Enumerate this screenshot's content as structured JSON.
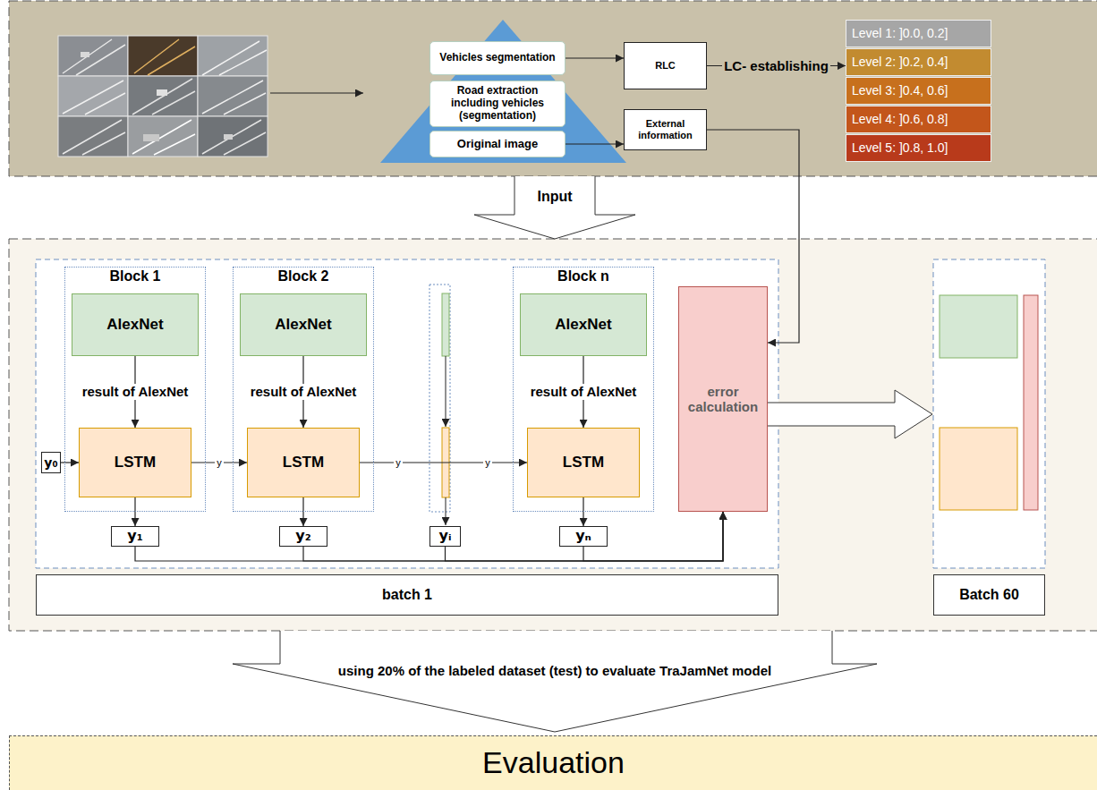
{
  "diagram": {
    "nodes": [
      {
        "text": [
          "Vehicles segmentation"
        ]
      },
      {
        "text": [
          "Road extraction including vehicles (segmentation)"
        ]
      },
      {
        "text": [
          "Original image"
        ]
      },
      {
        "text": [
          "RLC"
        ]
      },
      {
        "text": [
          "External information"
        ]
      },
      {
        "text": [
          "Level 1: ]0.0, 0.2]"
        ]
      },
      {
        "text": [
          "Level 2: ]0.2, 0.4]"
        ]
      },
      {
        "text": [
          "Level 3: ]0.4, 0.6]"
        ]
      },
      {
        "text": [
          "Level 4: ]0.6, 0.8]"
        ]
      },
      {
        "text": [
          "Level 5: ]0.8, 1.0]"
        ]
      },
      {
        "text": [
          "Block 1"
        ]
      },
      {
        "text": [
          "AlexNet"
        ],
        "in": 10
      },
      {
        "text": [
          "LSTM"
        ],
        "in": 10
      },
      {
        "text": [
          "Block 2"
        ]
      },
      {
        "text": [
          "AlexNet"
        ],
        "in": 13
      },
      {
        "text": [
          "LSTM"
        ],
        "in": 13
      },
      {
        "text": [
          "Block n"
        ]
      },
      {
        "text": [
          "AlexNet"
        ],
        "in": 16
      },
      {
        "text": [
          "LSTM"
        ],
        "in": 16
      },
      {
        "text": [
          "error calculation"
        ]
      },
      {
        "text": [
          "y₀"
        ]
      },
      {
        "text": [
          "y₁"
        ]
      },
      {
        "text": [
          "y₂"
        ]
      },
      {
        "text": [
          "yᵢ"
        ]
      },
      {
        "text": [
          "yₙ"
        ]
      },
      {
        "text": [
          "batch 1"
        ]
      },
      {
        "text": [
          "Batch 60"
        ]
      },
      {
        "text": [
          "Evaluation"
        ]
      }
    ],
    "edges": [
      {
        "from": 0,
        "to": 3,
        "arrow": "to"
      },
      {
        "from": 2,
        "to": 4,
        "arrow": "to"
      },
      {
        "from": 3,
        "to": 6,
        "label": "LC- establishing",
        "arrow": "to"
      },
      {
        "from": 4,
        "to": 19,
        "arrow": "to"
      },
      {
        "from": 11,
        "to": 12,
        "label": "result of AlexNet",
        "arrow": "to"
      },
      {
        "from": 14,
        "to": 15,
        "label": "result of AlexNet",
        "arrow": "to"
      },
      {
        "from": 17,
        "to": 18,
        "label": "result of AlexNet",
        "arrow": "to"
      },
      {
        "from": 20,
        "to": 12,
        "arrow": "to"
      },
      {
        "from": 12,
        "to": 15,
        "label": "y",
        "arrow": "to"
      },
      {
        "from": 15,
        "to": 18,
        "label": "y",
        "arrow": "to"
      },
      {
        "from": 12,
        "to": 21,
        "arrow": "to"
      },
      {
        "from": 15,
        "to": 22,
        "arrow": "to"
      },
      {
        "from": 18,
        "to": 24,
        "arrow": "to"
      },
      {
        "from": 21,
        "to": 19,
        "arrow": "to"
      },
      {
        "from": 22,
        "to": 19,
        "arrow": "to"
      },
      {
        "from": 23,
        "to": 19,
        "arrow": "to"
      },
      {
        "from": 24,
        "to": 19,
        "arrow": "to"
      }
    ],
    "labels": [
      "Input",
      "y",
      "using 20% of the labeled dataset (test) to evaluate TraJamNet model"
    ]
  }
}
